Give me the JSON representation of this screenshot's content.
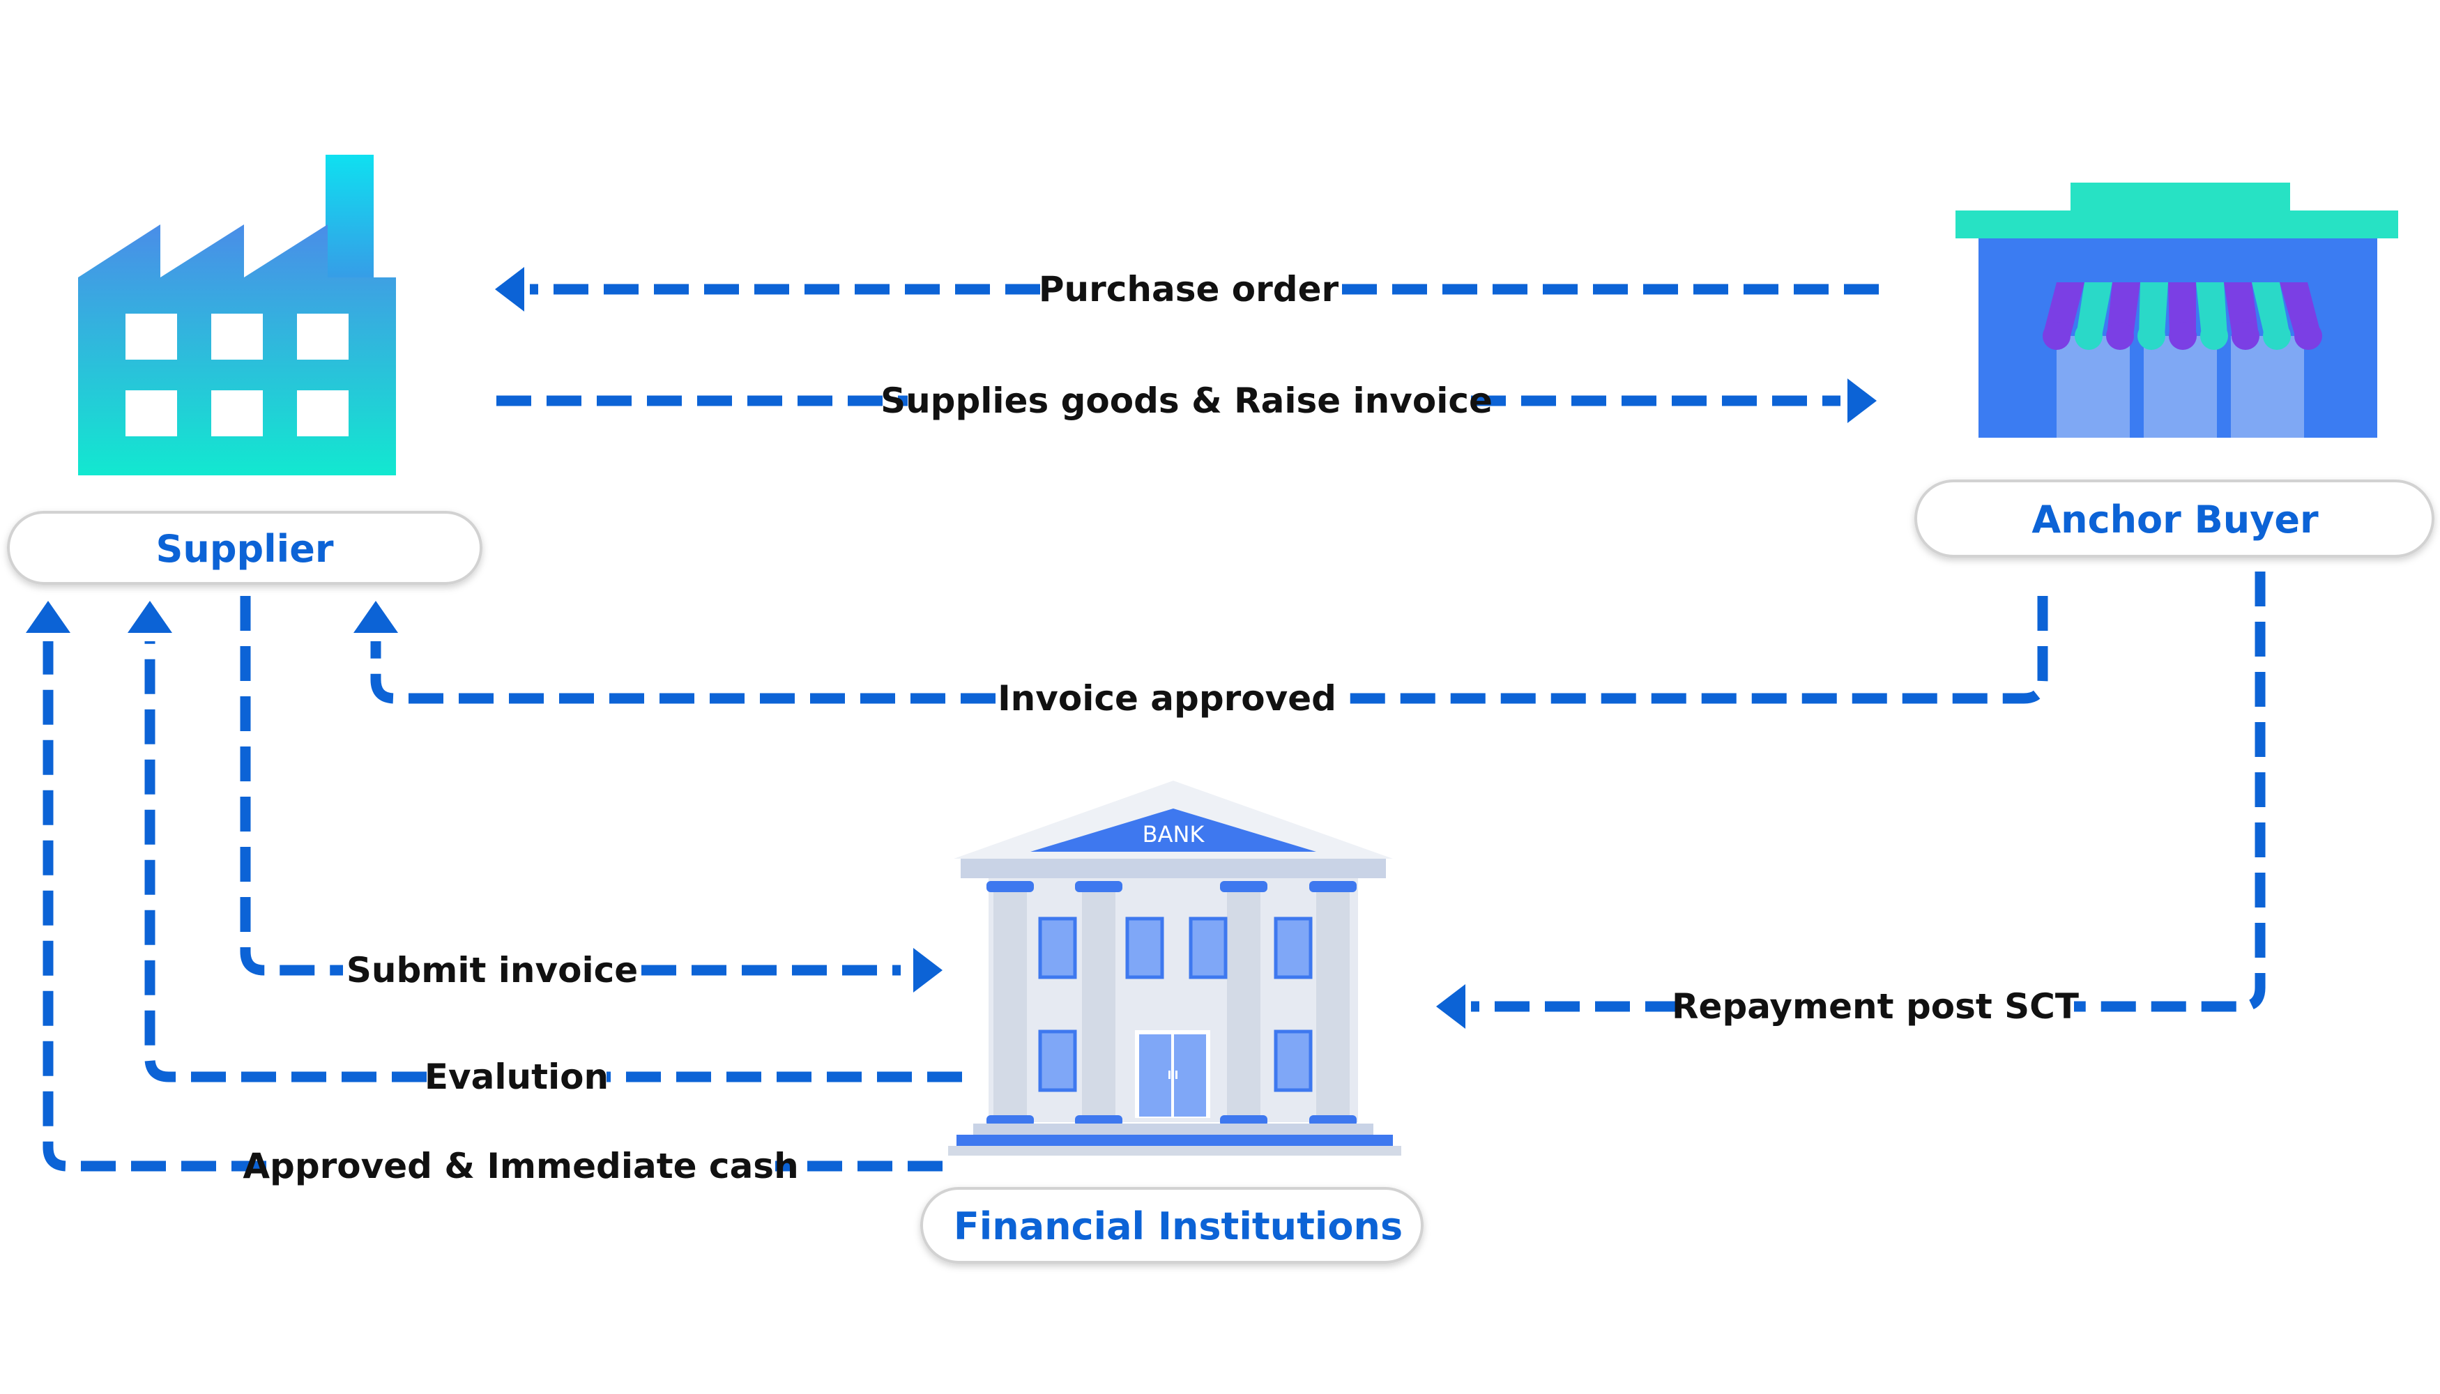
{
  "colors": {
    "arrow": "#0c63d6",
    "label_text": "#111111",
    "pill_text": "#0c63d6",
    "factory_top": "#4a8de8",
    "factory_bottom": "#12e8d0",
    "factory_chimney": "#0fe0f0",
    "shop_body": "#3b7cf2",
    "shop_roof": "#27e2c4",
    "awning_purple": "#7b3fe4",
    "awning_teal": "#2ad9c8",
    "bank_blue": "#3e78ef",
    "bank_stone": "#e6eaf2"
  },
  "entities": {
    "supplier": {
      "label": "Supplier",
      "icon": "factory-icon"
    },
    "anchor_buyer": {
      "label": "Anchor Buyer",
      "icon": "storefront-icon"
    },
    "financial_institutions": {
      "label": "Financial Institutions",
      "icon": "bank-building-icon",
      "sign": "BANK"
    }
  },
  "flows": {
    "purchase_order": "Purchase order",
    "supplies_goods": "Supplies goods & Raise invoice",
    "invoice_approved": "Invoice approved",
    "submit_invoice": "Submit invoice",
    "evaluation": "Evalution",
    "approved_cash": "Approved & Immediate cash",
    "repayment": "Repayment post SCT"
  }
}
